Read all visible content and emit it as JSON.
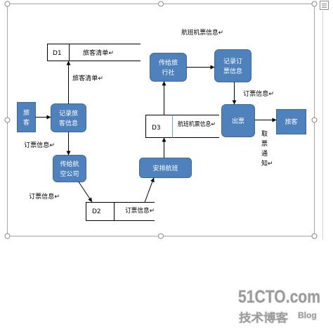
{
  "colors": {
    "process_fill": "#4f81bd",
    "process_stroke": "#3c6a9e",
    "process_text": "#ffffff",
    "connector": "#000000",
    "store_divider_d3": "#6f9fd8",
    "selection_frame": "#a6a6a6",
    "handle": "#8c8c8c",
    "watermark": "#9b9b9b"
  },
  "icons": {
    "layout_options": "layout-options-icon",
    "resize_handle": "resize-handle-icon"
  },
  "diagram": {
    "entities": {
      "passenger_source": {
        "lines": [
          "旅",
          "客"
        ]
      },
      "passenger_sink": {
        "lines": [
          "旅客"
        ]
      }
    },
    "processes": {
      "record_passenger_info": {
        "lines": [
          "记录旅",
          "客信息"
        ]
      },
      "send_to_airline": {
        "lines": [
          "传给航",
          "空公司"
        ]
      },
      "arrange_flight": {
        "lines": [
          "安排航班"
        ]
      },
      "send_to_agency": {
        "lines": [
          "传给旅",
          "行社"
        ]
      },
      "record_booking_info": {
        "lines": [
          "记录订",
          "票信息"
        ]
      },
      "issue_ticket": {
        "lines": [
          "出票"
        ]
      }
    },
    "data_stores": {
      "d1": {
        "code": "D1",
        "name": "旅客清单↵"
      },
      "d2": {
        "code": "D2",
        "name": "订票信息↵"
      },
      "d3": {
        "code": "D3",
        "name": "航班机票信息↵"
      }
    },
    "flow_labels": {
      "passenger_list": "旅客清单↵",
      "booking_info_left": "订票信息↵",
      "booking_info_lower": "订票信息↵",
      "flight_ticket_info": "航班机票信息↵",
      "booking_info_right": "订票信息↵",
      "ticket_pickup_notice": [
        "取",
        "票",
        "通",
        "知↵"
      ]
    }
  },
  "watermark": {
    "brand": "51CTO.com",
    "subtitle": "技术博客",
    "tag": "Blog"
  }
}
